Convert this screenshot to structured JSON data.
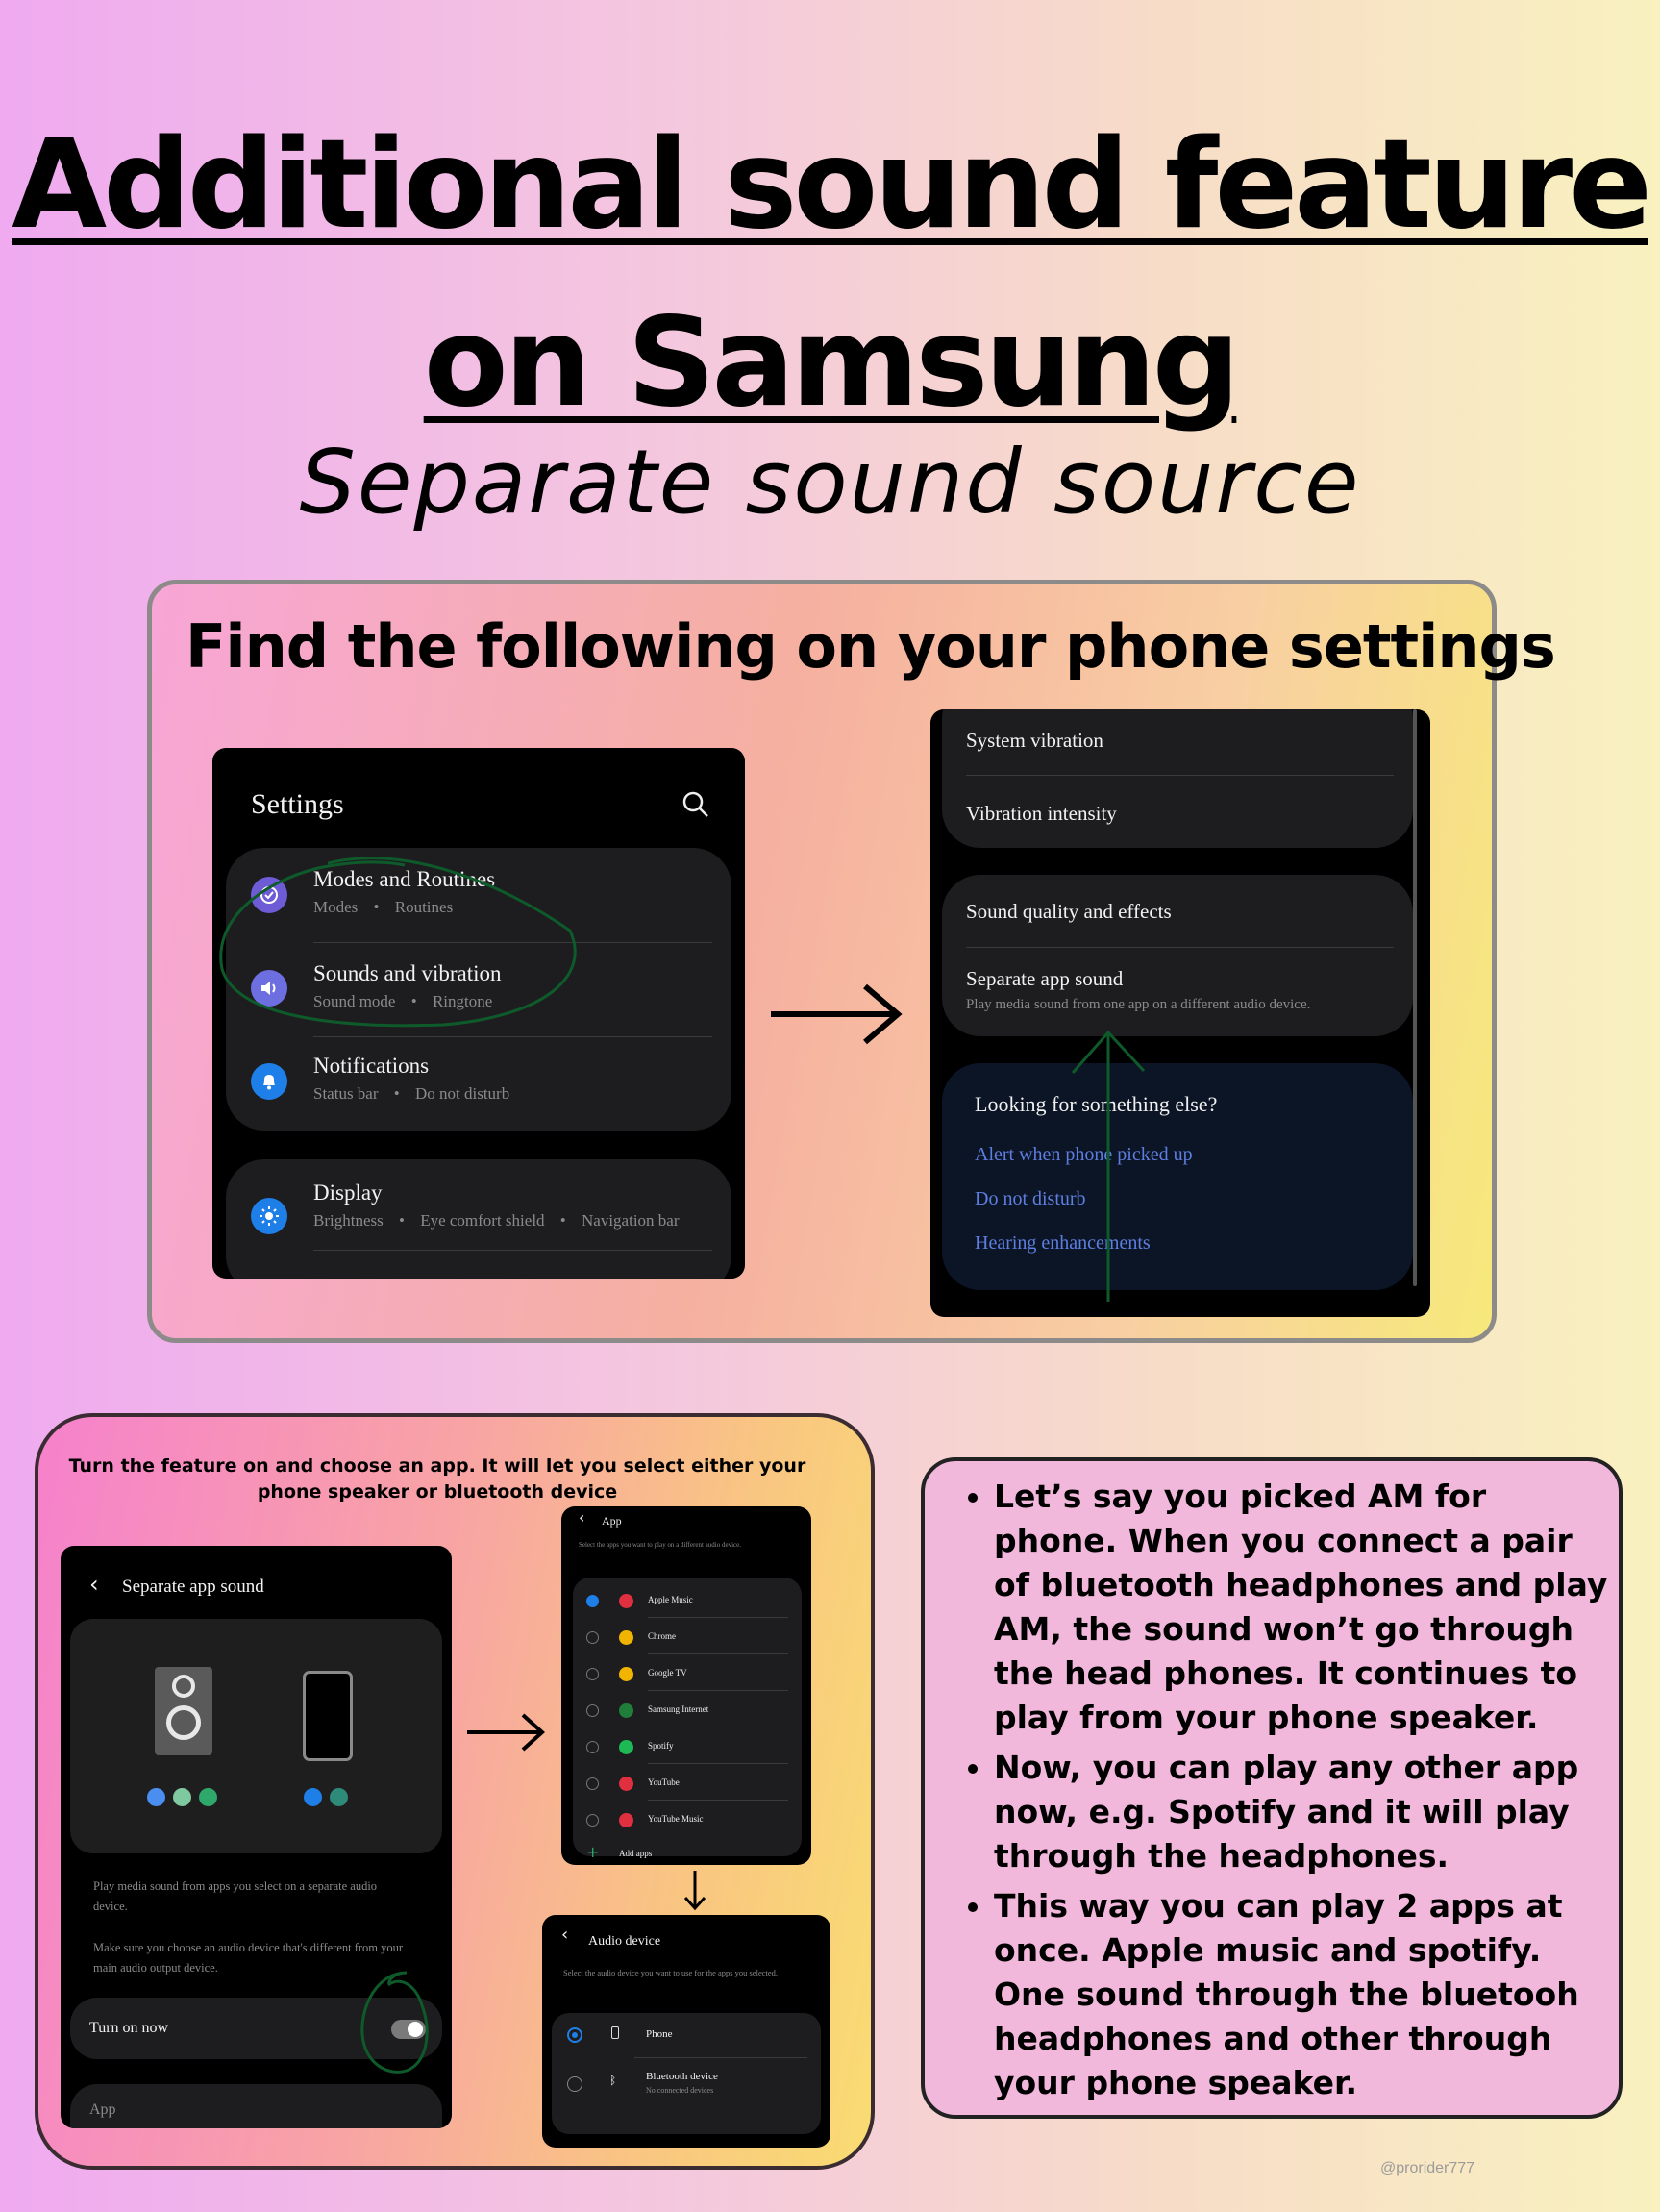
{
  "header": {
    "title": "Additional sound feature on Samsung",
    "subtitle": "Separate sound source"
  },
  "top_panel": {
    "heading": "Find the following on your phone settings",
    "settings_screen": {
      "title": "Settings",
      "items": [
        {
          "label": "Modes and Routines",
          "sub1": "Modes",
          "sub2": "Routines",
          "sub3": ""
        },
        {
          "label": "Sounds and vibration",
          "sub1": "Sound mode",
          "sub2": "Ringtone",
          "sub3": ""
        },
        {
          "label": "Notifications",
          "sub1": "Status bar",
          "sub2": "Do not disturb",
          "sub3": ""
        },
        {
          "label": "Display",
          "sub1": "Brightness",
          "sub2": "Eye comfort shield",
          "sub3": "Navigation bar"
        }
      ],
      "separator": "•"
    },
    "sounds_screen": {
      "items": [
        {
          "label": "System vibration"
        },
        {
          "label": "Vibration intensity"
        },
        {
          "label": "Sound quality and effects"
        },
        {
          "label": "Separate app sound",
          "sub": "Play media sound from one app on a different audio device."
        }
      ],
      "looking_heading": "Looking for something else?",
      "links": [
        "Alert when phone picked up",
        "Do not disturb",
        "Hearing enhancements"
      ]
    }
  },
  "bottom_left": {
    "caption": "Turn the feature on and choose an app. It will let you select either your phone speaker or bluetooth device",
    "separate_screen": {
      "title": "Separate app sound",
      "desc1": "Play media sound from apps you select on a separate audio device.",
      "desc2": "Make sure you choose an audio device that's different from your main audio output device.",
      "toggle_label": "Turn on now",
      "app_label": "App"
    },
    "app_screen": {
      "title": "App",
      "desc": "Select the apps you want to play on a different audio device.",
      "apps": [
        "Apple Music",
        "Chrome",
        "Google TV",
        "Samsung Internet",
        "Spotify",
        "YouTube",
        "YouTube Music"
      ],
      "add_label": "Add apps"
    },
    "audio_screen": {
      "title": "Audio device",
      "desc": "Select the audio device you want to use for the apps you selected.",
      "devices": [
        {
          "label": "Phone",
          "sub": ""
        },
        {
          "label": "Bluetooth device",
          "sub": "No connected devices"
        }
      ]
    }
  },
  "tips": {
    "items": [
      "Let’s say you picked AM for phone. When you connect a pair of bluetooth headphones and play AM, the sound won’t go through the head  phones. It continues to play from your phone speaker.",
      "Now, you can play any other app now, e.g. Spotify and it will play through the headphones.",
      "This way you can play 2 apps at once. Apple music and spotify. One sound through the bluetooh headphones and other through your phone speaker."
    ]
  },
  "credit": "@prorider777",
  "colors": {
    "annotation_green": "#0e5a2a",
    "link_blue": "#5e7ee0",
    "phone_bg": "#000000",
    "card_bg": "#1d1d1f"
  }
}
